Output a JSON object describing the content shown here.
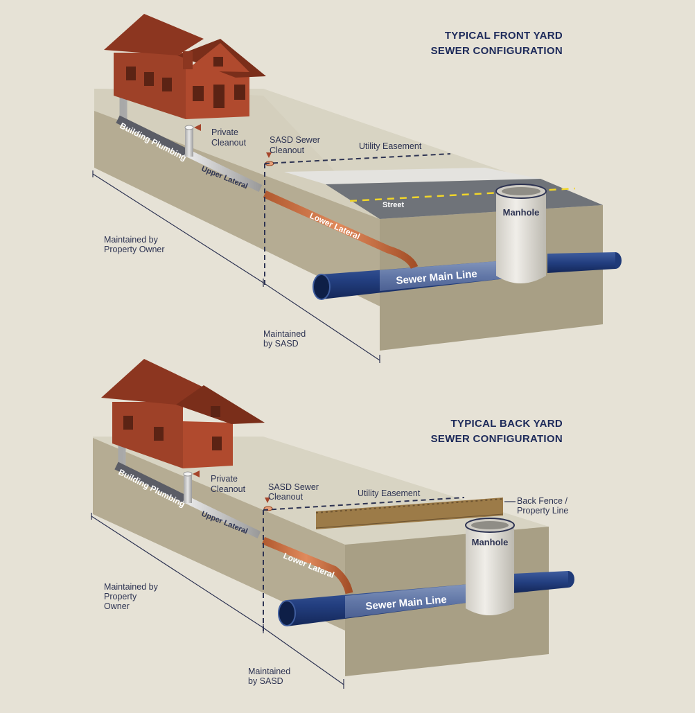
{
  "panels": [
    {
      "title_line1": "TYPICAL FRONT YARD",
      "title_line2": "SEWER CONFIGURATION",
      "building_plumbing": "Building Plumbing",
      "private_cleanout_1": "Private",
      "private_cleanout_2": "Cleanout",
      "sasd_cleanout_1": "SASD Sewer",
      "sasd_cleanout_2": "Cleanout",
      "utility_easement": "Utility Easement",
      "upper_lateral": "Upper Lateral",
      "lower_lateral": "Lower Lateral",
      "street": "Street",
      "manhole": "Manhole",
      "sewer_main_line": "Sewer Main Line",
      "owner_1": "Maintained by",
      "owner_2": "Property Owner",
      "sasd_1": "Maintained",
      "sasd_2": "by SASD"
    },
    {
      "title_line1": "TYPICAL BACK YARD",
      "title_line2": "SEWER CONFIGURATION",
      "building_plumbing": "Building Plumbing",
      "private_cleanout_1": "Private",
      "private_cleanout_2": "Cleanout",
      "sasd_cleanout_1": "SASD Sewer",
      "sasd_cleanout_2": "Cleanout",
      "utility_easement": "Utility Easement",
      "fence_1": "Back Fence /",
      "fence_2": "Property Line",
      "upper_lateral": "Upper Lateral",
      "lower_lateral": "Lower Lateral",
      "manhole": "Manhole",
      "sewer_main_line": "Sewer Main Line",
      "owner_1": "Maintained by",
      "owner_2": "Property",
      "owner_3": "Owner",
      "sasd_1": "Maintained",
      "sasd_2": "by SASD"
    }
  ],
  "colors": {
    "background": "#e6e2d6",
    "soil_side": "#b2a990",
    "soil_front": "#a39a80",
    "ground_top": "#d8d4c3",
    "house": "#a5442a",
    "roof": "#8c3620",
    "private_pipe": "#c8c8c8",
    "sasd_pipe": "#c4673b",
    "sewer_main": "#1f3a78",
    "manhole": "#e8e6e0",
    "title_text": "#1d2a5a"
  }
}
